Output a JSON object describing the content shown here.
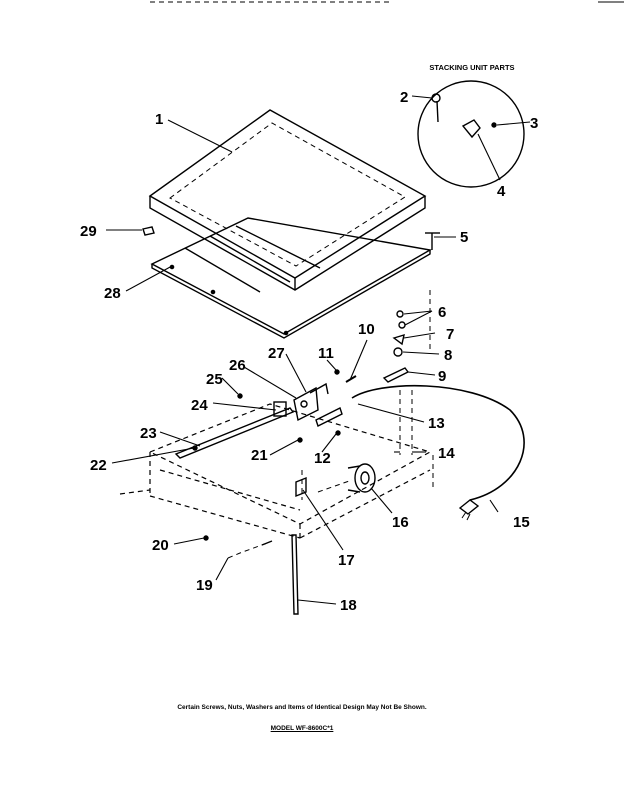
{
  "header": {
    "stacking_unit_title": "STACKING UNIT PARTS"
  },
  "callouts": [
    "1",
    "2",
    "3",
    "4",
    "5",
    "6",
    "7",
    "8",
    "9",
    "10",
    "11",
    "12",
    "13",
    "14",
    "15",
    "16",
    "17",
    "18",
    "19",
    "20",
    "21",
    "22",
    "23",
    "24",
    "25",
    "26",
    "27",
    "28",
    "29"
  ],
  "footer": {
    "note": "Certain Screws, Nuts, Washers and Items of Identical Design May Not Be Shown.",
    "model": "MODEL WF-8600C*1"
  }
}
